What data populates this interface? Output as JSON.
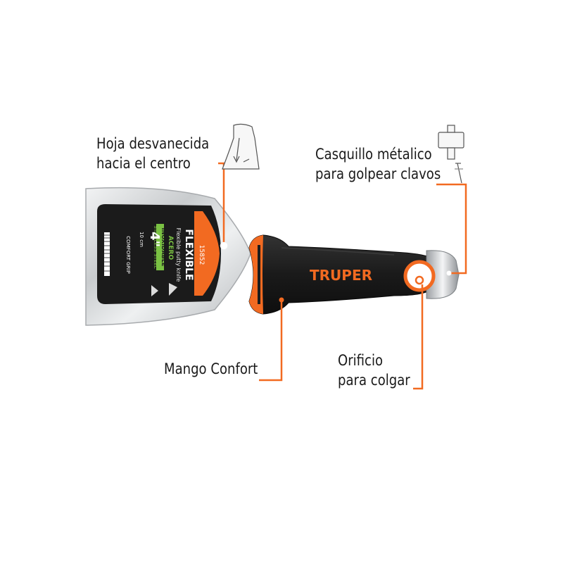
{
  "callouts": {
    "blade": {
      "line1": "Hoja desvanecida",
      "line2": "hacia el centro"
    },
    "cap": {
      "line1": "Casquillo métalico",
      "line2": "para golpear clavos"
    },
    "handle": {
      "line1": "Mango Confort"
    },
    "hole": {
      "line1": "Orificio",
      "line2": "para colgar"
    }
  },
  "brand": {
    "name": "TRUPER"
  },
  "label": {
    "model": "15852",
    "title": "FLEXIBLE",
    "subtitle": "Flexible putty knife",
    "material1": "ACERO",
    "material2": "INOXIDABLE",
    "material3": "STAINLESS STEEL",
    "size": "4\"",
    "size_cm": "10 cm",
    "grip": "COMFORT GRIP"
  },
  "colors": {
    "accent": "#f26a21",
    "handle": "#1c1c1c",
    "blade": "#d6d8da",
    "label_bg": "#1b1b1b",
    "label_green": "#7ac143"
  }
}
